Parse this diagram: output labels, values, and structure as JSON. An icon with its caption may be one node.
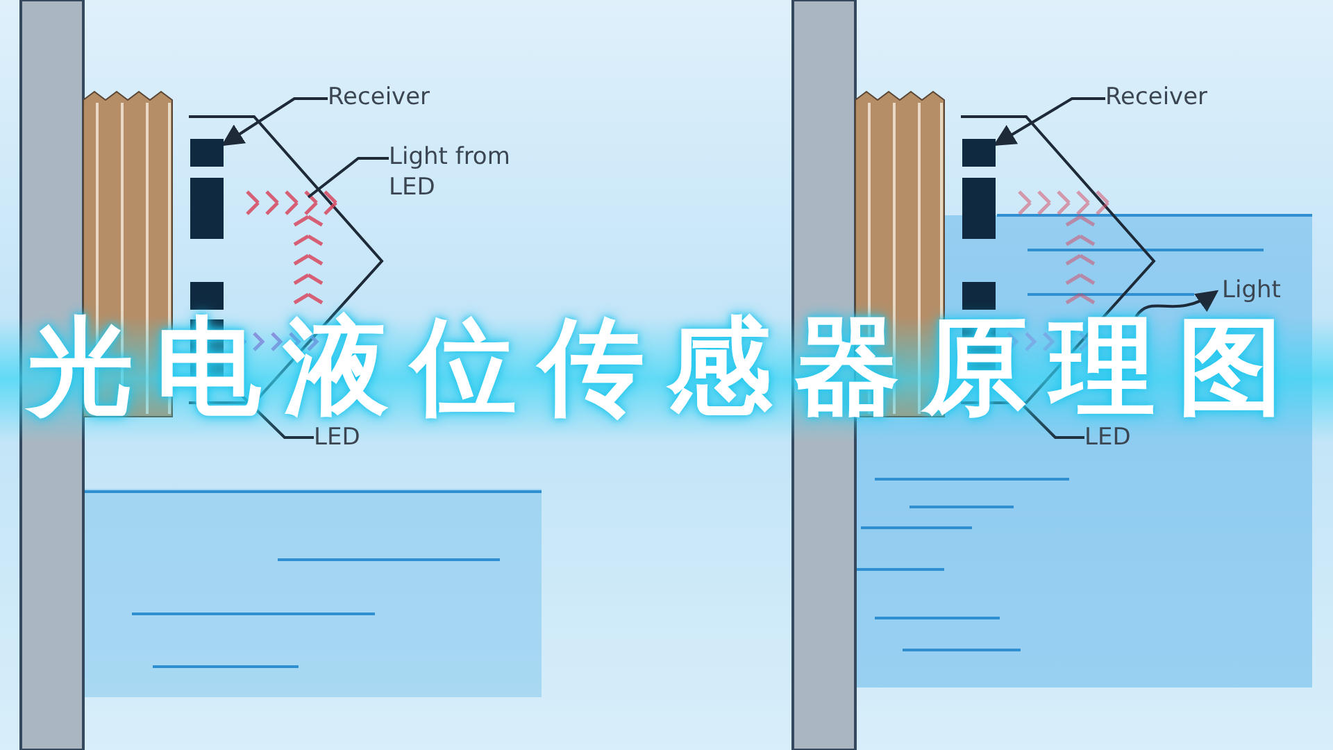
{
  "diagram": {
    "title": "光电液位传感器原理图",
    "nodes": [
      {
        "text": [
          "Receiver"
        ]
      },
      {
        "text": [],
        "shape": "box"
      },
      {
        "text": [
          "Light from LED"
        ]
      },
      {
        "text": [
          "LED"
        ]
      },
      {
        "text": [],
        "shape": "box"
      },
      {
        "text": [
          "Receiver"
        ]
      },
      {
        "text": [],
        "shape": "box"
      },
      {
        "text": [
          "LED"
        ]
      },
      {
        "text": [],
        "shape": "box"
      },
      {
        "text": [
          "Light"
        ]
      },
      {
        "text": [],
        "shape": "picture"
      }
    ],
    "edges": [
      {
        "from": 0,
        "to": 1,
        "arrow": "to"
      },
      {
        "from": 2,
        "to": 10,
        "arrow": "none"
      },
      {
        "from": 3,
        "to": 4,
        "arrow": "none"
      },
      {
        "from": 5,
        "to": 6,
        "arrow": "to"
      },
      {
        "from": 7,
        "to": 8,
        "arrow": "none"
      },
      {
        "from": null,
        "to": 9,
        "arrow": "to"
      }
    ]
  }
}
